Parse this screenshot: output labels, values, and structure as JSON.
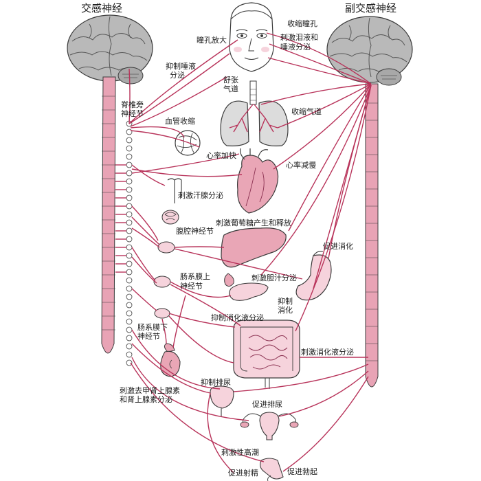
{
  "headers": {
    "sympathetic": "交感神经",
    "parasympathetic": "副交感神经"
  },
  "labels": {
    "pupil_dilate": "瞳孔放大",
    "pupil_constrict": "收缩瞳孔",
    "tear_saliva_1": "刺激泪液和",
    "tear_saliva_2": "唾液分泌",
    "inhibit_saliva_1": "抑制唾液",
    "inhibit_saliva_2": "分泌",
    "dilate_airway_1": "舒张",
    "dilate_airway_2": "气道",
    "paravertebral_1": "脊椎旁",
    "paravertebral_2": "神经节",
    "vasoconstrict": "血管收缩",
    "constrict_airway": "收缩气道",
    "heart_accelerate": "心率加快",
    "heart_slow": "心率减慢",
    "sweat": "刺激汗腺分泌",
    "glucose": "刺激葡萄糖产生和释放",
    "celiac_ganglion": "腹腔神经节",
    "promote_digestion": "促进消化",
    "mesenteric_sup_1": "肠系膜上",
    "mesenteric_sup_2": "神经节",
    "bile": "刺激胆汁分泌",
    "inhibit_digestion_1": "抑制",
    "inhibit_digestion_2": "消化",
    "inhibit_digestive_secretion": "抑制消化液分泌",
    "mesenteric_inf_1": "肠系膜下",
    "mesenteric_inf_2": "神经节",
    "stimulate_digestive_secretion": "刺激消化液分泌",
    "adrenal_1": "刺激去甲肾上腺素",
    "adrenal_2": "和肾上腺素分泌",
    "inhibit_urination": "抑制排尿",
    "promote_urination": "促进排尿",
    "orgasm": "刺激性高潮",
    "ejaculation": "促进射精",
    "erection": "促进勃起"
  },
  "colors": {
    "nerve": "#b8335a",
    "organ_fill": "#e9a6b6",
    "organ_light": "#f6d3dc",
    "brain_fill": "#b9b9b9",
    "lung_fill": "#dcdcdc",
    "outline": "#3a3a3a",
    "spine_fill": "#e8a3b5"
  }
}
